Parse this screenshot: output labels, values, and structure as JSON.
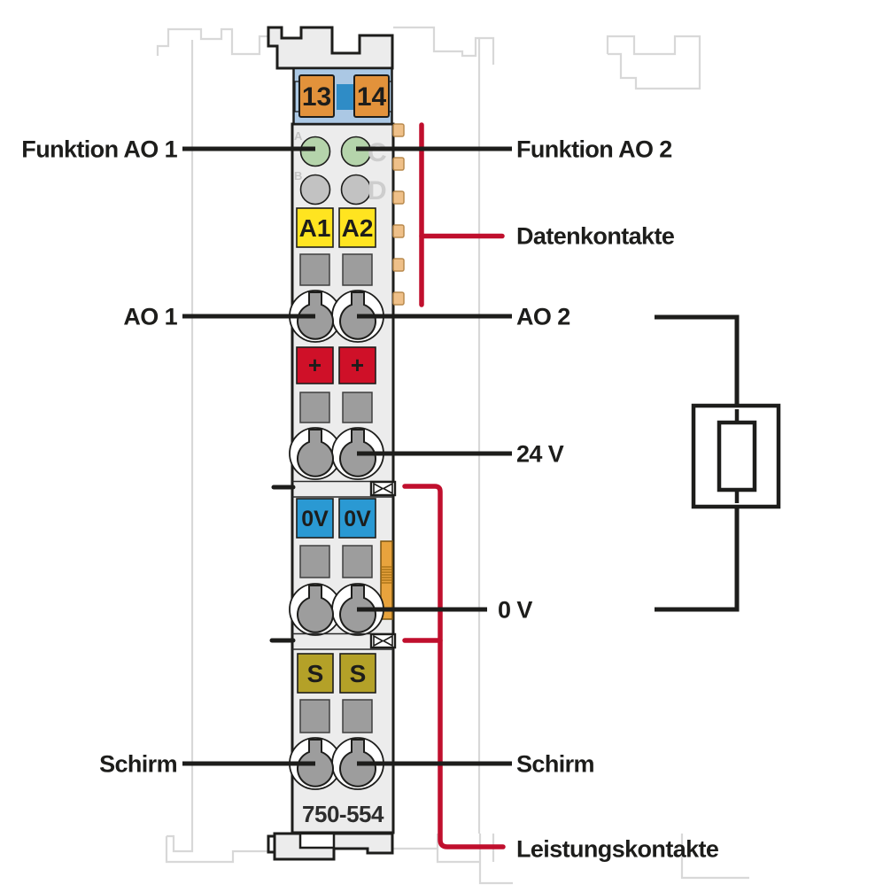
{
  "module": {
    "number": "750-554",
    "bus_contacts": [
      "13",
      "14"
    ],
    "channel_markers": [
      "A1",
      "A2"
    ],
    "polarity_markers": [
      "+",
      "+"
    ],
    "zero_markers": [
      "0V",
      "0V"
    ],
    "shield_markers": [
      "S",
      "S"
    ],
    "led_letters": [
      "A",
      "B",
      "C",
      "D"
    ]
  },
  "annotations": {
    "funktion_ao_1": "Funktion AO 1",
    "funktion_ao_2": "Funktion AO 2",
    "datenkontakte": "Datenkontakte",
    "ao_1": "AO 1",
    "ao_2": "AO 2",
    "v24": "24 V",
    "v0": "0 V",
    "schirm_links": "Schirm",
    "schirm_rechts": "Schirm",
    "leistungskontakte": "Leistungskontakte"
  },
  "colors": {
    "wire_black": "#1d1d1b",
    "accent_red": "#c00f2d",
    "module_fill": "#ececec",
    "header_blue": "#abc8e4",
    "header_blue_dark": "#2f8cc6",
    "bus_contact_orange": "#e2923b",
    "data_contact_tan": "#efc089",
    "led_green": "#b5d4ab",
    "led_gray": "#c2c2c2",
    "label_yellow": "#ffe420",
    "label_red": "#cf1028",
    "label_blue": "#2a99d3",
    "label_olive": "#b4a128",
    "button_gray": "#9d9d9d",
    "neighbor_gray": "#d8d8d8"
  }
}
